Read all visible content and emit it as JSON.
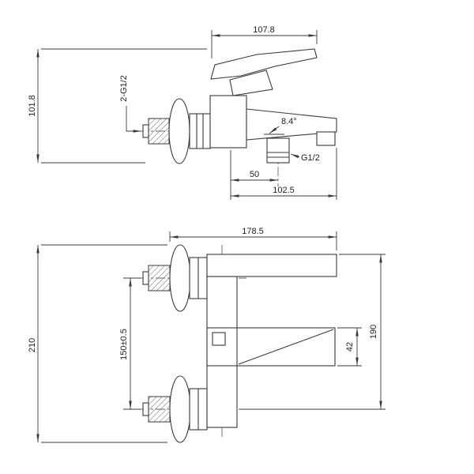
{
  "canvas": {
    "background": "#ffffff",
    "line_color": "#3a3a3a",
    "subject": "wall-mounted bath mixer faucet dimension drawing"
  },
  "drawing": {
    "views": [
      {
        "id": "side-view",
        "dimensions": {
          "top_width": "107.8",
          "left_height": "101.8",
          "wall_thread": "2-G1/2",
          "spout_angle": "8.4°",
          "outlet_offset": "50",
          "spout_reach": "102.5",
          "outlet_thread": "G1/2"
        }
      },
      {
        "id": "front-view",
        "dimensions": {
          "top_width": "178.5",
          "left_height": "210",
          "mount_spacing": "150±0.5",
          "spout_height": "42",
          "right_height": "190"
        }
      }
    ]
  }
}
